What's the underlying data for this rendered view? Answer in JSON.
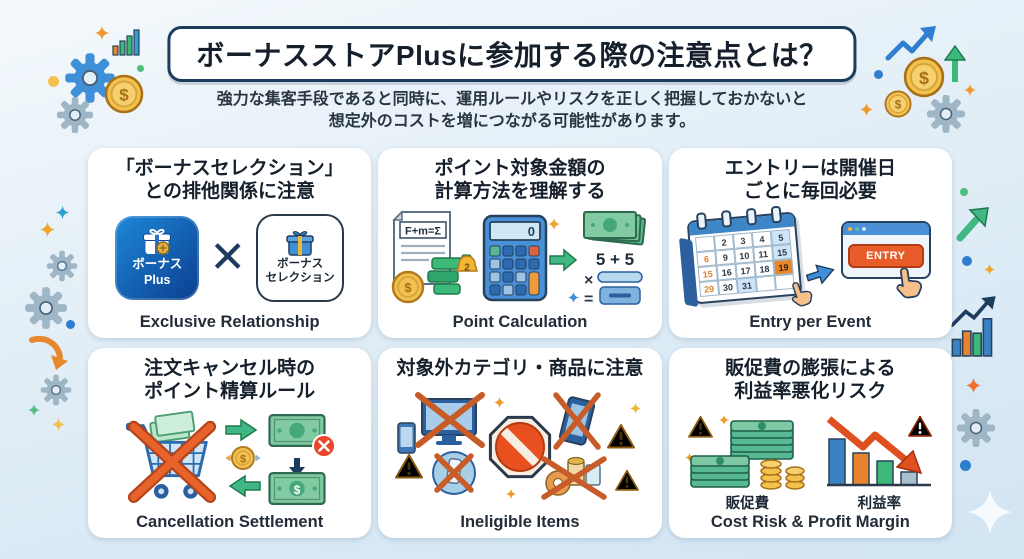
{
  "header": {
    "title": "ボーナスストアPlusに参加する際の注意点とは？",
    "subtitle_line1": "強力な集客手段であると同時に、運用ルールやリスクを正しく把握しておかないと",
    "subtitle_line2": "想定外のコストを増につながる可能性があります。"
  },
  "cards": [
    {
      "title_line1": "「ボーナスセレクション」",
      "title_line2": "との排他関係に注意",
      "caption": "Exclusive Relationship",
      "badge_left": {
        "line1": "ボーナス",
        "line2": "Plus"
      },
      "vs_mark": "✕",
      "badge_right": {
        "line1": "ボーナス",
        "line2": "セレクション"
      }
    },
    {
      "title_line1": "ポイント対象金額の",
      "title_line2": "計算方法を理解する",
      "caption": "Point Calculation",
      "doc_formula": "F+m=Σ",
      "ledger_badge": "2",
      "calc_display": "0",
      "coin_symbol": "$",
      "sum_text": "5 + 5",
      "times_symbol": "×",
      "equals_symbol": "="
    },
    {
      "title_line1": "エントリーは開催日",
      "title_line2": "ごとに毎回必要",
      "caption": "Entry per Event",
      "entry_button": "ENTRY",
      "calendar": {
        "rows": [
          [
            "",
            "2",
            "3",
            "4",
            "5"
          ],
          [
            "6",
            "9",
            "10",
            "11",
            "15"
          ],
          [
            "15",
            "16",
            "17",
            "18",
            "19"
          ],
          [
            "29",
            "30",
            "31",
            "",
            ""
          ]
        ]
      }
    },
    {
      "title_line1": "注文キャンセル時の",
      "title_line2": "ポイント精算ルール",
      "caption": "Cancellation Settlement",
      "coin_symbol": "$",
      "bill_symbol": "$"
    },
    {
      "title_line1": "対象外カテゴリ・商品に注意",
      "title_line2": "",
      "caption": "Ineligible Items"
    },
    {
      "title_line1": "販促費の膨張による",
      "title_line2": "利益率悪化リスク",
      "caption": "Cost Risk & Profit Margin",
      "label_left": "販促費",
      "label_right": "利益率"
    }
  ],
  "icons": {
    "cross": "✕",
    "multiply": "×",
    "equals": "=",
    "dollar": "$",
    "warning": "!"
  },
  "colors": {
    "accent_navy": "#1d3d5e",
    "accent_blue": "#3f8fd9",
    "accent_green": "#3cb878",
    "accent_orange": "#e8852c",
    "accent_red": "#e8511f",
    "coin_gold": "#f2c14e",
    "card_bg": "#ffffff",
    "page_bg_top": "#f4f9fc",
    "page_bg_bottom": "#d2e5f3"
  }
}
